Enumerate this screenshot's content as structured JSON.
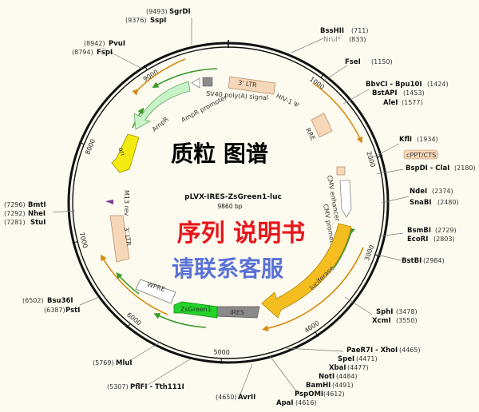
{
  "plasmid": {
    "name": "pLVX-IRES-ZsGreen1-luc",
    "size_label": "9860 bp",
    "total_bp": 9860
  },
  "overlay": {
    "line1": "质粒 图谱",
    "line2": "序列 说明书",
    "line3": "请联系客服"
  },
  "scale_ticks": [
    "1000",
    "2000",
    "3000",
    "4000",
    "5000",
    "6000",
    "7000",
    "8000",
    "9000"
  ],
  "sites": [
    {
      "name": "SgrDI",
      "pos": "(9493)"
    },
    {
      "name": "SspI",
      "pos": "(9376)"
    },
    {
      "name": "PvuI",
      "pos": "(8942)"
    },
    {
      "name": "FspI",
      "pos": "(8794)"
    },
    {
      "name": "BssHII",
      "pos": "(711)"
    },
    {
      "name": "NruI*",
      "pos": "(833)"
    },
    {
      "name": "FseI",
      "pos": "(1150)"
    },
    {
      "name": "BbvCI - Bpu10I",
      "pos": "(1424)"
    },
    {
      "name": "BstAPI",
      "pos": "(1453)"
    },
    {
      "name": "AleI",
      "pos": "(1577)"
    },
    {
      "name": "KflI",
      "pos": "(1934)"
    },
    {
      "name": "BspDI - ClaI",
      "pos": "(2180)"
    },
    {
      "name": "NdeI",
      "pos": "(2374)"
    },
    {
      "name": "SnaBI",
      "pos": "(2480)"
    },
    {
      "name": "BsmBI",
      "pos": "(2729)"
    },
    {
      "name": "EcoRI",
      "pos": "(2803)"
    },
    {
      "name": "BstBI",
      "pos": "(2984)"
    },
    {
      "name": "SphI",
      "pos": "(3478)"
    },
    {
      "name": "XcmI",
      "pos": "(3550)"
    },
    {
      "name": "PaeR7I - XhoI",
      "pos": "(4465)"
    },
    {
      "name": "SpeI",
      "pos": "(4471)"
    },
    {
      "name": "XbaI",
      "pos": "(4477)"
    },
    {
      "name": "NotI",
      "pos": "(4484)"
    },
    {
      "name": "BamHI",
      "pos": "(4491)"
    },
    {
      "name": "PspOMI",
      "pos": "(4612)"
    },
    {
      "name": "ApaI",
      "pos": "(4616)"
    },
    {
      "name": "AvrII",
      "pos": "(4650)"
    },
    {
      "name": "PflFI - Tth111I",
      "pos": "(5307)"
    },
    {
      "name": "MluI",
      "pos": "(5769)"
    },
    {
      "name": "Bsu36I",
      "pos": "(6502)"
    },
    {
      "name": "PstI",
      "pos": "(6387)"
    },
    {
      "name": "BmtI",
      "pos": "(7296)"
    },
    {
      "name": "NheI",
      "pos": "(7292)"
    },
    {
      "name": "StuI",
      "pos": "(7281)"
    }
  ],
  "features": {
    "ltr5": "3' LTR",
    "hiv": "HIV-1 Ψ",
    "rre": "RRE",
    "cppt": "cPPT/CTS",
    "cmv_enh": "CMV enhancer",
    "cmv_prom": "CMV promoter",
    "luciferase": "luciferase",
    "ires": "IRES",
    "zsgreen": "ZsGreen1",
    "wpre": "WPRE",
    "ltr3": "3' LTR",
    "m13": "M13 rev",
    "ori": "ori",
    "ampr": "AmpR",
    "ampr_prom": "AmpR promoter",
    "sv40": "SV40 poly(A) signal"
  },
  "colors": {
    "backbone": "#111111",
    "ltr_fill": "#f6d7b8",
    "ori_fill": "#f2ea10",
    "ampr_fill": "#c8f2c8",
    "luciferase_fill": "#f5be20",
    "zsgreen_fill": "#24d32a",
    "ires_fill": "#8a8a8a",
    "wpre_fill": "#ffffff",
    "orange_arrow": "#d68a10",
    "green_arrow": "#3b9b2b"
  }
}
